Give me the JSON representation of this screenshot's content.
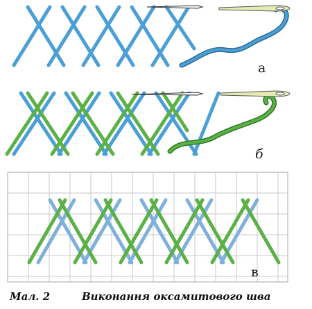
{
  "figure": {
    "panel_a_label": "а",
    "panel_b_label": "б",
    "panel_v_label": "в",
    "caption_number": "Мал. 2",
    "caption_title": "Виконання оксамитового шва"
  },
  "colors": {
    "blue_thread": "#4a9fd6",
    "green_thread": "#5bb046",
    "grid_line": "#c8c8c8",
    "needle": "#e6ebb4",
    "needle_outline": "#555555"
  },
  "icons": [
    "needle-icon"
  ]
}
